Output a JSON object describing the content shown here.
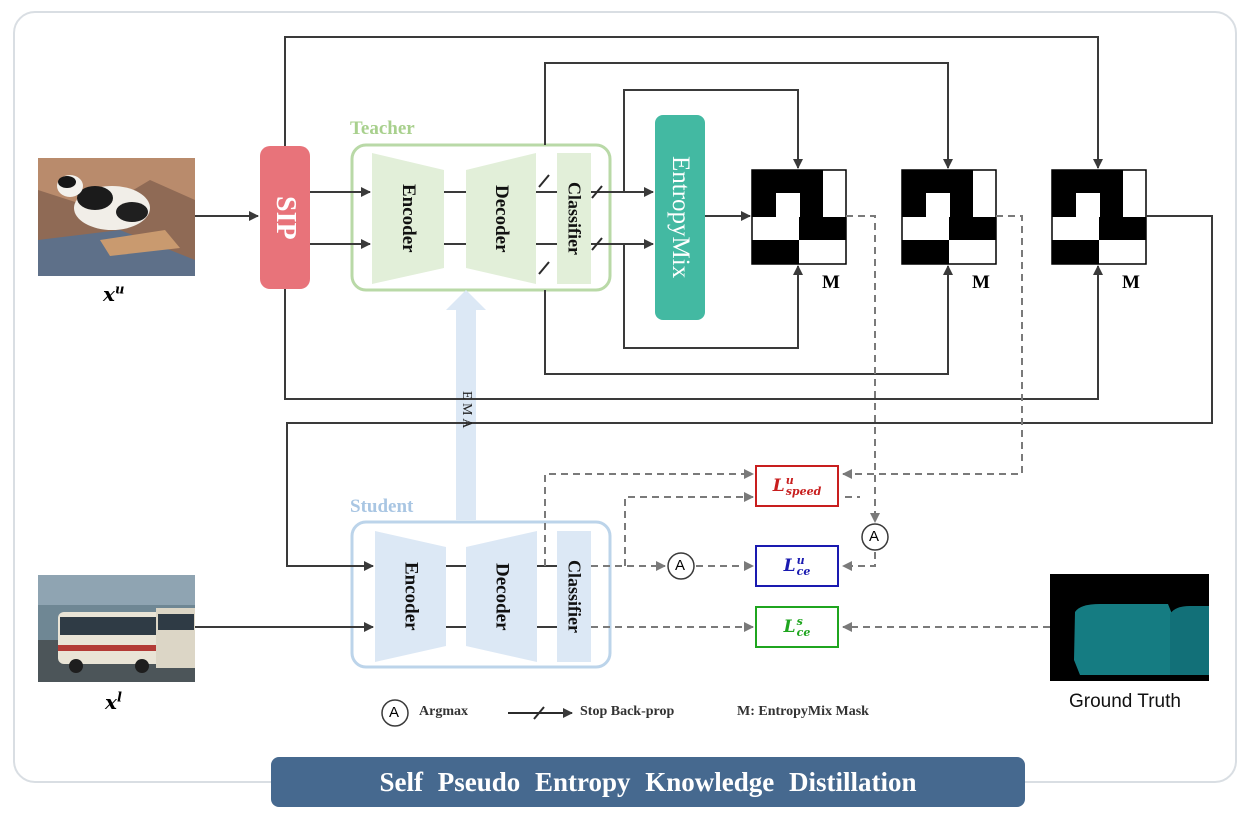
{
  "blocks": {
    "sip": "SIP",
    "teacher": "Teacher",
    "student": "Student",
    "encoder": "Encoder",
    "decoder": "Decoder",
    "classifier": "Classifier",
    "entropymix": "EntropyMix",
    "ema": "E M A",
    "mask": "M"
  },
  "inputs": {
    "unlabeled_var": "x",
    "unlabeled_sup": "u",
    "labeled_var": "x",
    "labeled_sup": "l"
  },
  "losses": {
    "speed": {
      "base": "L",
      "sup": "u",
      "sub": "speed",
      "color": "#c81e1e"
    },
    "ce_u": {
      "base": "L",
      "sup": "u",
      "sub": "ce",
      "color": "#1a1ab0"
    },
    "ce_s": {
      "base": "L",
      "sup": "s",
      "sub": "ce",
      "color": "#1fa51f"
    }
  },
  "argmax_symbol": "A",
  "legend": {
    "argmax": "Argmax",
    "stop_backprop": "Stop Back-prop",
    "mask": "M: EntropyMix Mask"
  },
  "ground_truth": "Ground Truth",
  "title": "Self Pseudo Entropy Knowledge Distillation",
  "colors": {
    "sip": "#e8737a",
    "teacher": "#a8d08d",
    "student": "#bcd4ea",
    "entropymix": "#43b9a2",
    "title_bar": "#46698f"
  }
}
